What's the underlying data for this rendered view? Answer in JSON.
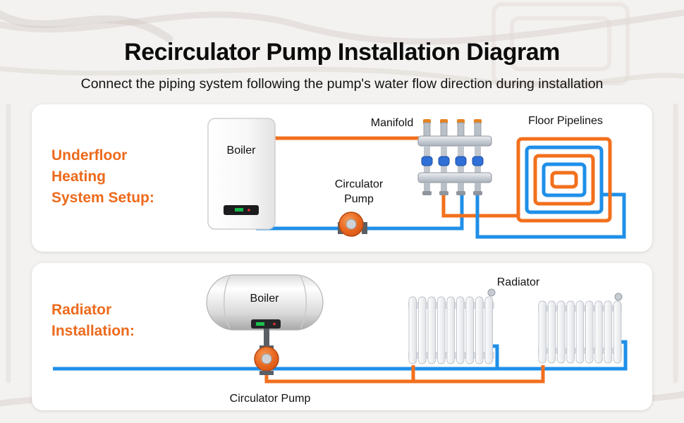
{
  "header": {
    "title": "Recirculator Pump Installation Diagram",
    "subtitle": "Connect the piping system following the pump's water flow direction during installation"
  },
  "colors": {
    "pipe_orange": "#F2701D",
    "pipe_blue": "#1F8FE8",
    "heading_orange": "#ED6A1C"
  },
  "underfloor_panel": {
    "heading_lines": [
      "Underfloor",
      "Heating",
      "System Setup:"
    ],
    "labels": {
      "boiler": "Boiler",
      "circulator_pump_line1": "Circulator",
      "circulator_pump_line2": "Pump",
      "manifold": "Manifold",
      "floor_pipelines": "Floor Pipelines"
    }
  },
  "radiator_panel": {
    "heading_lines": [
      "Radiator",
      "Installation:"
    ],
    "labels": {
      "boiler": "Boiler",
      "circulator_pump": "Circulator Pump",
      "radiator": "Radiator"
    }
  }
}
